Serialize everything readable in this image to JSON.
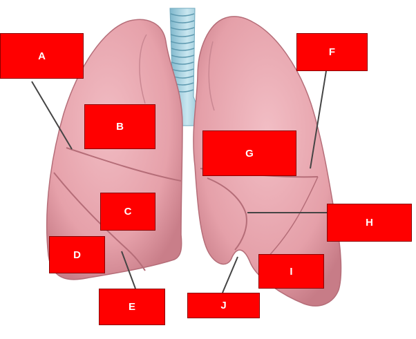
{
  "diagram": {
    "labels": {
      "a": "A",
      "b": "B",
      "c": "C",
      "d": "D",
      "e": "E",
      "f": "F",
      "g": "G",
      "h": "H",
      "i": "I",
      "j": "J"
    }
  },
  "colors": {
    "label_fill": "#ff0000",
    "label_text": "#ffffff",
    "lung_tissue": "#e8a5ad",
    "trachea": "#a9d4e3",
    "leader_line": "#444444"
  }
}
